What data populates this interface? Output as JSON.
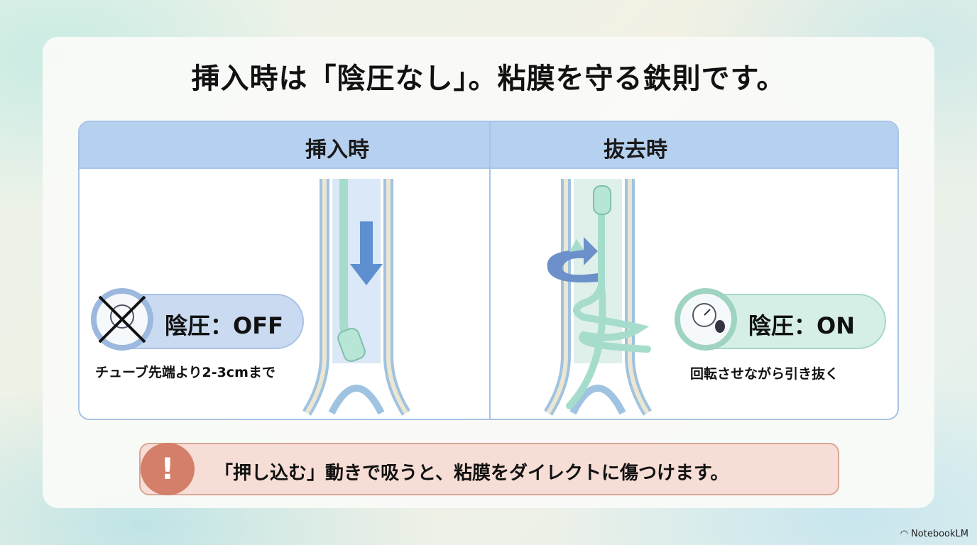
{
  "title": "挿入時は「陰圧なし」。粘膜を守る鉄則です。",
  "table": {
    "insertion": {
      "header": "挿入時",
      "badge": "陰圧：OFF",
      "caption": "チューブ先端より2-3cmまで"
    },
    "removal": {
      "header": "抜去時",
      "badge": "陰圧：ON",
      "caption": "回転させながら引き抜く"
    }
  },
  "warning": {
    "icon": "!",
    "text": "「押し込む」動きで吸うと、粘膜をダイレクトに傷つけます。"
  },
  "branding": {
    "logo": "NotebookLM"
  },
  "colors": {
    "header": "#b6d0f0",
    "off": "#c9daf1",
    "on": "#d5efe6",
    "warning": "#f6ddd5",
    "warning_icon": "#d47f69"
  }
}
